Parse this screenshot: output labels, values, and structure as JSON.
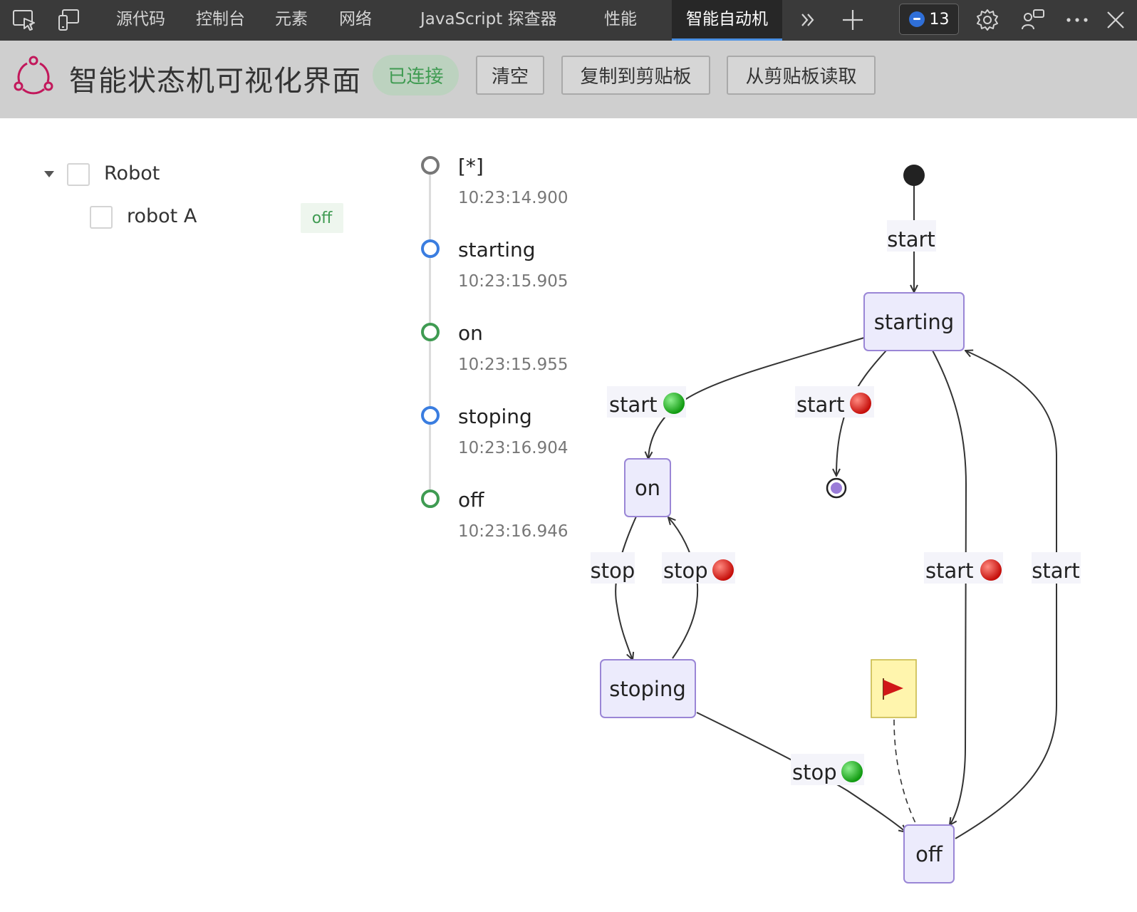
{
  "devtools": {
    "tabs": [
      "源代码",
      "控制台",
      "元素",
      "网络",
      "JavaScript 探查器",
      "性能"
    ],
    "active_tab": "智能自动机",
    "icons": [
      "inspect-icon",
      "device-icon",
      "more-tabs-icon",
      "add-tab-icon",
      "settings-icon",
      "customize-icon",
      "more-icon",
      "close-icon"
    ],
    "issues_count": "13"
  },
  "app": {
    "title": "智能状态机可视化界面",
    "status": "已连接",
    "buttons": {
      "clear": "清空",
      "copy": "复制到剪贴板",
      "paste": "从剪贴板读取"
    },
    "colors": {
      "logo": "#c2185b",
      "connected": "#3f9b52"
    }
  },
  "tree": {
    "root": "Robot",
    "children": [
      {
        "label": "robot A",
        "state": "off"
      }
    ]
  },
  "timeline": [
    {
      "name": "[*]",
      "time": "10:23:14.900",
      "color": "#777777"
    },
    {
      "name": "starting",
      "time": "10:23:15.905",
      "color": "#3a7de0"
    },
    {
      "name": "on",
      "time": "10:23:15.955",
      "color": "#3f9b52"
    },
    {
      "name": "stoping",
      "time": "10:23:16.904",
      "color": "#3a7de0"
    },
    {
      "name": "off",
      "time": "10:23:16.946",
      "color": "#3f9b52"
    }
  ],
  "diagram": {
    "states": [
      "starting",
      "on",
      "stoping",
      "off"
    ],
    "edges": [
      {
        "label": "start",
        "status": ""
      },
      {
        "label": "start",
        "status": "success"
      },
      {
        "label": "start",
        "status": "fail"
      },
      {
        "label": "stop",
        "status": ""
      },
      {
        "label": "stop",
        "status": "fail"
      },
      {
        "label": "start",
        "status": "fail"
      },
      {
        "label": "start",
        "status": ""
      },
      {
        "label": "stop",
        "status": "success"
      }
    ],
    "note_icon": "red-flag-icon",
    "colors": {
      "node_fill": "#ecebfc",
      "node_border": "#9a86d6",
      "success": "#1fb81f",
      "fail": "#e0201c",
      "note_fill": "#fff5ad",
      "note_border": "#c8b94a"
    }
  }
}
